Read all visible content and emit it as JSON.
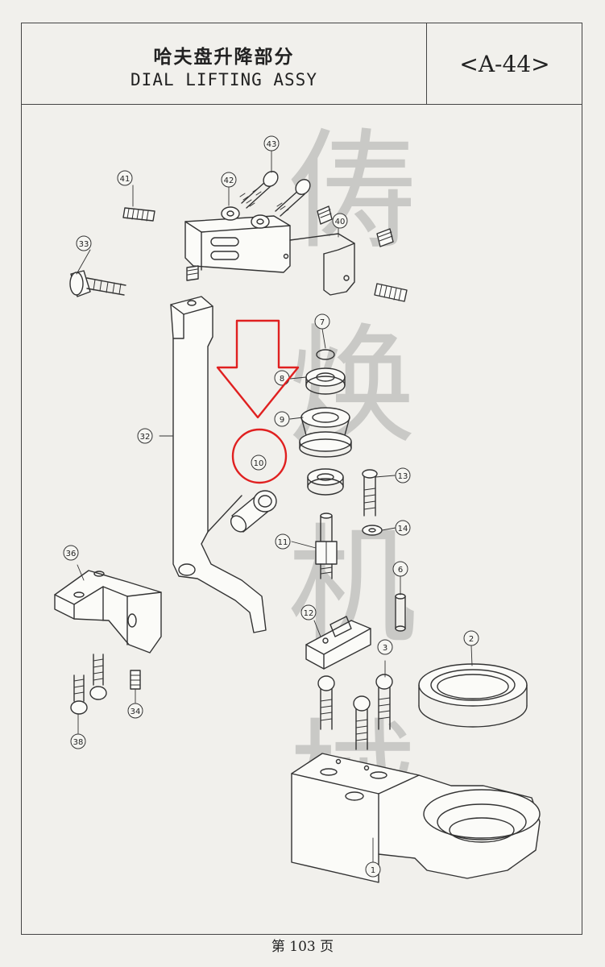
{
  "header": {
    "title_cn": "哈夫盘升降部分",
    "title_en": "DIAL LIFTING ASSY",
    "code": "<A-44>"
  },
  "watermark": [
    "俦",
    "焕",
    "机",
    "械"
  ],
  "footer": {
    "page": "第 103 页"
  },
  "annotation_color": "#e02020",
  "callouts": [
    {
      "id": "c43",
      "label": "43"
    },
    {
      "id": "c41",
      "label": "41"
    },
    {
      "id": "c42",
      "label": "42"
    },
    {
      "id": "c40",
      "label": "40"
    },
    {
      "id": "c33",
      "label": "33"
    },
    {
      "id": "c7",
      "label": "7"
    },
    {
      "id": "c8",
      "label": "8"
    },
    {
      "id": "c9",
      "label": "9"
    },
    {
      "id": "c32",
      "label": "32"
    },
    {
      "id": "c10",
      "label": "10"
    },
    {
      "id": "c13",
      "label": "13"
    },
    {
      "id": "c14",
      "label": "14"
    },
    {
      "id": "c11",
      "label": "11"
    },
    {
      "id": "c36",
      "label": "36"
    },
    {
      "id": "c6",
      "label": "6"
    },
    {
      "id": "c12",
      "label": "12"
    },
    {
      "id": "c2",
      "label": "2"
    },
    {
      "id": "c3",
      "label": "3"
    },
    {
      "id": "c34",
      "label": "34"
    },
    {
      "id": "c38",
      "label": "38"
    },
    {
      "id": "c1",
      "label": "1"
    }
  ]
}
